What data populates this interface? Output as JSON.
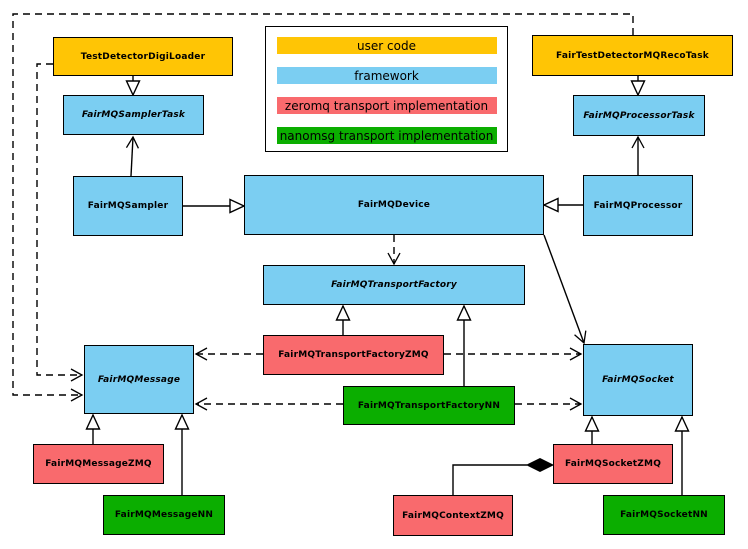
{
  "legend": {
    "items": [
      {
        "label": "user code",
        "color": "#FFC505"
      },
      {
        "label": "framework",
        "color": "#7BCEF2"
      },
      {
        "label": "zeromq transport implementation",
        "color": "#F96A6D"
      },
      {
        "label": "nanomsg transport implementation",
        "color": "#0BAE00"
      }
    ]
  },
  "nodes": [
    {
      "name": "test-detector-digi-loader",
      "label": "TestDetectorDigiLoader",
      "category": "user code",
      "abstract": false,
      "color": "#FFC505"
    },
    {
      "name": "fair-test-detector-mq-reco-task",
      "label": "FairTestDetectorMQRecoTask",
      "category": "user code",
      "abstract": false,
      "color": "#FFC505"
    },
    {
      "name": "fairmq-sampler-task",
      "label": "FairMQSamplerTask",
      "category": "framework",
      "abstract": true,
      "color": "#7BCEF2"
    },
    {
      "name": "fairmq-processor-task",
      "label": "FairMQProcessorTask",
      "category": "framework",
      "abstract": true,
      "color": "#7BCEF2"
    },
    {
      "name": "fairmq-sampler",
      "label": "FairMQSampler",
      "category": "framework",
      "abstract": false,
      "color": "#7BCEF2"
    },
    {
      "name": "fairmq-device",
      "label": "FairMQDevice",
      "category": "framework",
      "abstract": false,
      "color": "#7BCEF2"
    },
    {
      "name": "fairmq-processor",
      "label": "FairMQProcessor",
      "category": "framework",
      "abstract": false,
      "color": "#7BCEF2"
    },
    {
      "name": "fairmq-transport-factory",
      "label": "FairMQTransportFactory",
      "category": "framework",
      "abstract": true,
      "color": "#7BCEF2"
    },
    {
      "name": "fairmq-transport-factory-zmq",
      "label": "FairMQTransportFactoryZMQ",
      "category": "zeromq transport implementation",
      "abstract": false,
      "color": "#F96A6D"
    },
    {
      "name": "fairmq-transport-factory-nn",
      "label": "FairMQTransportFactoryNN",
      "category": "nanomsg transport implementation",
      "abstract": false,
      "color": "#0BAE00"
    },
    {
      "name": "fairmq-message",
      "label": "FairMQMessage",
      "category": "framework",
      "abstract": true,
      "color": "#7BCEF2"
    },
    {
      "name": "fairmq-socket",
      "label": "FairMQSocket",
      "category": "framework",
      "abstract": true,
      "color": "#7BCEF2"
    },
    {
      "name": "fairmq-message-zmq",
      "label": "FairMQMessageZMQ",
      "category": "zeromq transport implementation",
      "abstract": false,
      "color": "#F96A6D"
    },
    {
      "name": "fairmq-message-nn",
      "label": "FairMQMessageNN",
      "category": "nanomsg transport implementation",
      "abstract": false,
      "color": "#0BAE00"
    },
    {
      "name": "fairmq-socket-zmq",
      "label": "FairMQSocketZMQ",
      "category": "zeromq transport implementation",
      "abstract": false,
      "color": "#F96A6D"
    },
    {
      "name": "fairmq-context-zmq",
      "label": "FairMQContextZMQ",
      "category": "zeromq transport implementation",
      "abstract": false,
      "color": "#F96A6D"
    },
    {
      "name": "fairmq-socket-nn",
      "label": "FairMQSocketNN",
      "category": "nanomsg transport implementation",
      "abstract": false,
      "color": "#0BAE00"
    }
  ],
  "edges": [
    {
      "from": "TestDetectorDigiLoader",
      "to": "FairMQSamplerTask",
      "relation": "inheritance",
      "line": "solid"
    },
    {
      "from": "FairTestDetectorMQRecoTask",
      "to": "FairMQProcessorTask",
      "relation": "inheritance",
      "line": "solid"
    },
    {
      "from": "FairMQSampler",
      "to": "FairMQSamplerTask",
      "relation": "association",
      "line": "solid"
    },
    {
      "from": "FairMQProcessor",
      "to": "FairMQProcessorTask",
      "relation": "association",
      "line": "solid"
    },
    {
      "from": "FairMQSampler",
      "to": "FairMQDevice",
      "relation": "inheritance",
      "line": "solid"
    },
    {
      "from": "FairMQProcessor",
      "to": "FairMQDevice",
      "relation": "inheritance",
      "line": "solid"
    },
    {
      "from": "FairMQDevice",
      "to": "FairMQTransportFactory",
      "relation": "dependency",
      "line": "dashed"
    },
    {
      "from": "FairMQDevice",
      "to": "FairMQSocket",
      "relation": "association",
      "line": "solid"
    },
    {
      "from": "FairMQTransportFactoryZMQ",
      "to": "FairMQTransportFactory",
      "relation": "inheritance",
      "line": "solid"
    },
    {
      "from": "FairMQTransportFactoryNN",
      "to": "FairMQTransportFactory",
      "relation": "inheritance",
      "line": "solid"
    },
    {
      "from": "FairMQTransportFactoryZMQ",
      "to": "FairMQMessage",
      "relation": "dependency",
      "line": "dashed"
    },
    {
      "from": "FairMQTransportFactoryZMQ",
      "to": "FairMQSocket",
      "relation": "dependency",
      "line": "dashed"
    },
    {
      "from": "FairMQTransportFactoryNN",
      "to": "FairMQMessage",
      "relation": "dependency",
      "line": "dashed"
    },
    {
      "from": "FairMQTransportFactoryNN",
      "to": "FairMQSocket",
      "relation": "dependency",
      "line": "dashed"
    },
    {
      "from": "FairMQMessageZMQ",
      "to": "FairMQMessage",
      "relation": "inheritance",
      "line": "solid"
    },
    {
      "from": "FairMQMessageNN",
      "to": "FairMQMessage",
      "relation": "inheritance",
      "line": "solid"
    },
    {
      "from": "FairMQSocketZMQ",
      "to": "FairMQSocket",
      "relation": "inheritance",
      "line": "solid"
    },
    {
      "from": "FairMQSocketNN",
      "to": "FairMQSocket",
      "relation": "inheritance",
      "line": "solid"
    },
    {
      "from": "FairMQContextZMQ",
      "to": "FairMQSocketZMQ",
      "relation": "composition",
      "line": "solid"
    },
    {
      "from": "TestDetectorDigiLoader",
      "to": "FairMQMessage",
      "relation": "dependency",
      "line": "dashed"
    },
    {
      "from": "FairTestDetectorMQRecoTask",
      "to": "FairMQMessage",
      "relation": "dependency",
      "line": "dashed"
    }
  ]
}
